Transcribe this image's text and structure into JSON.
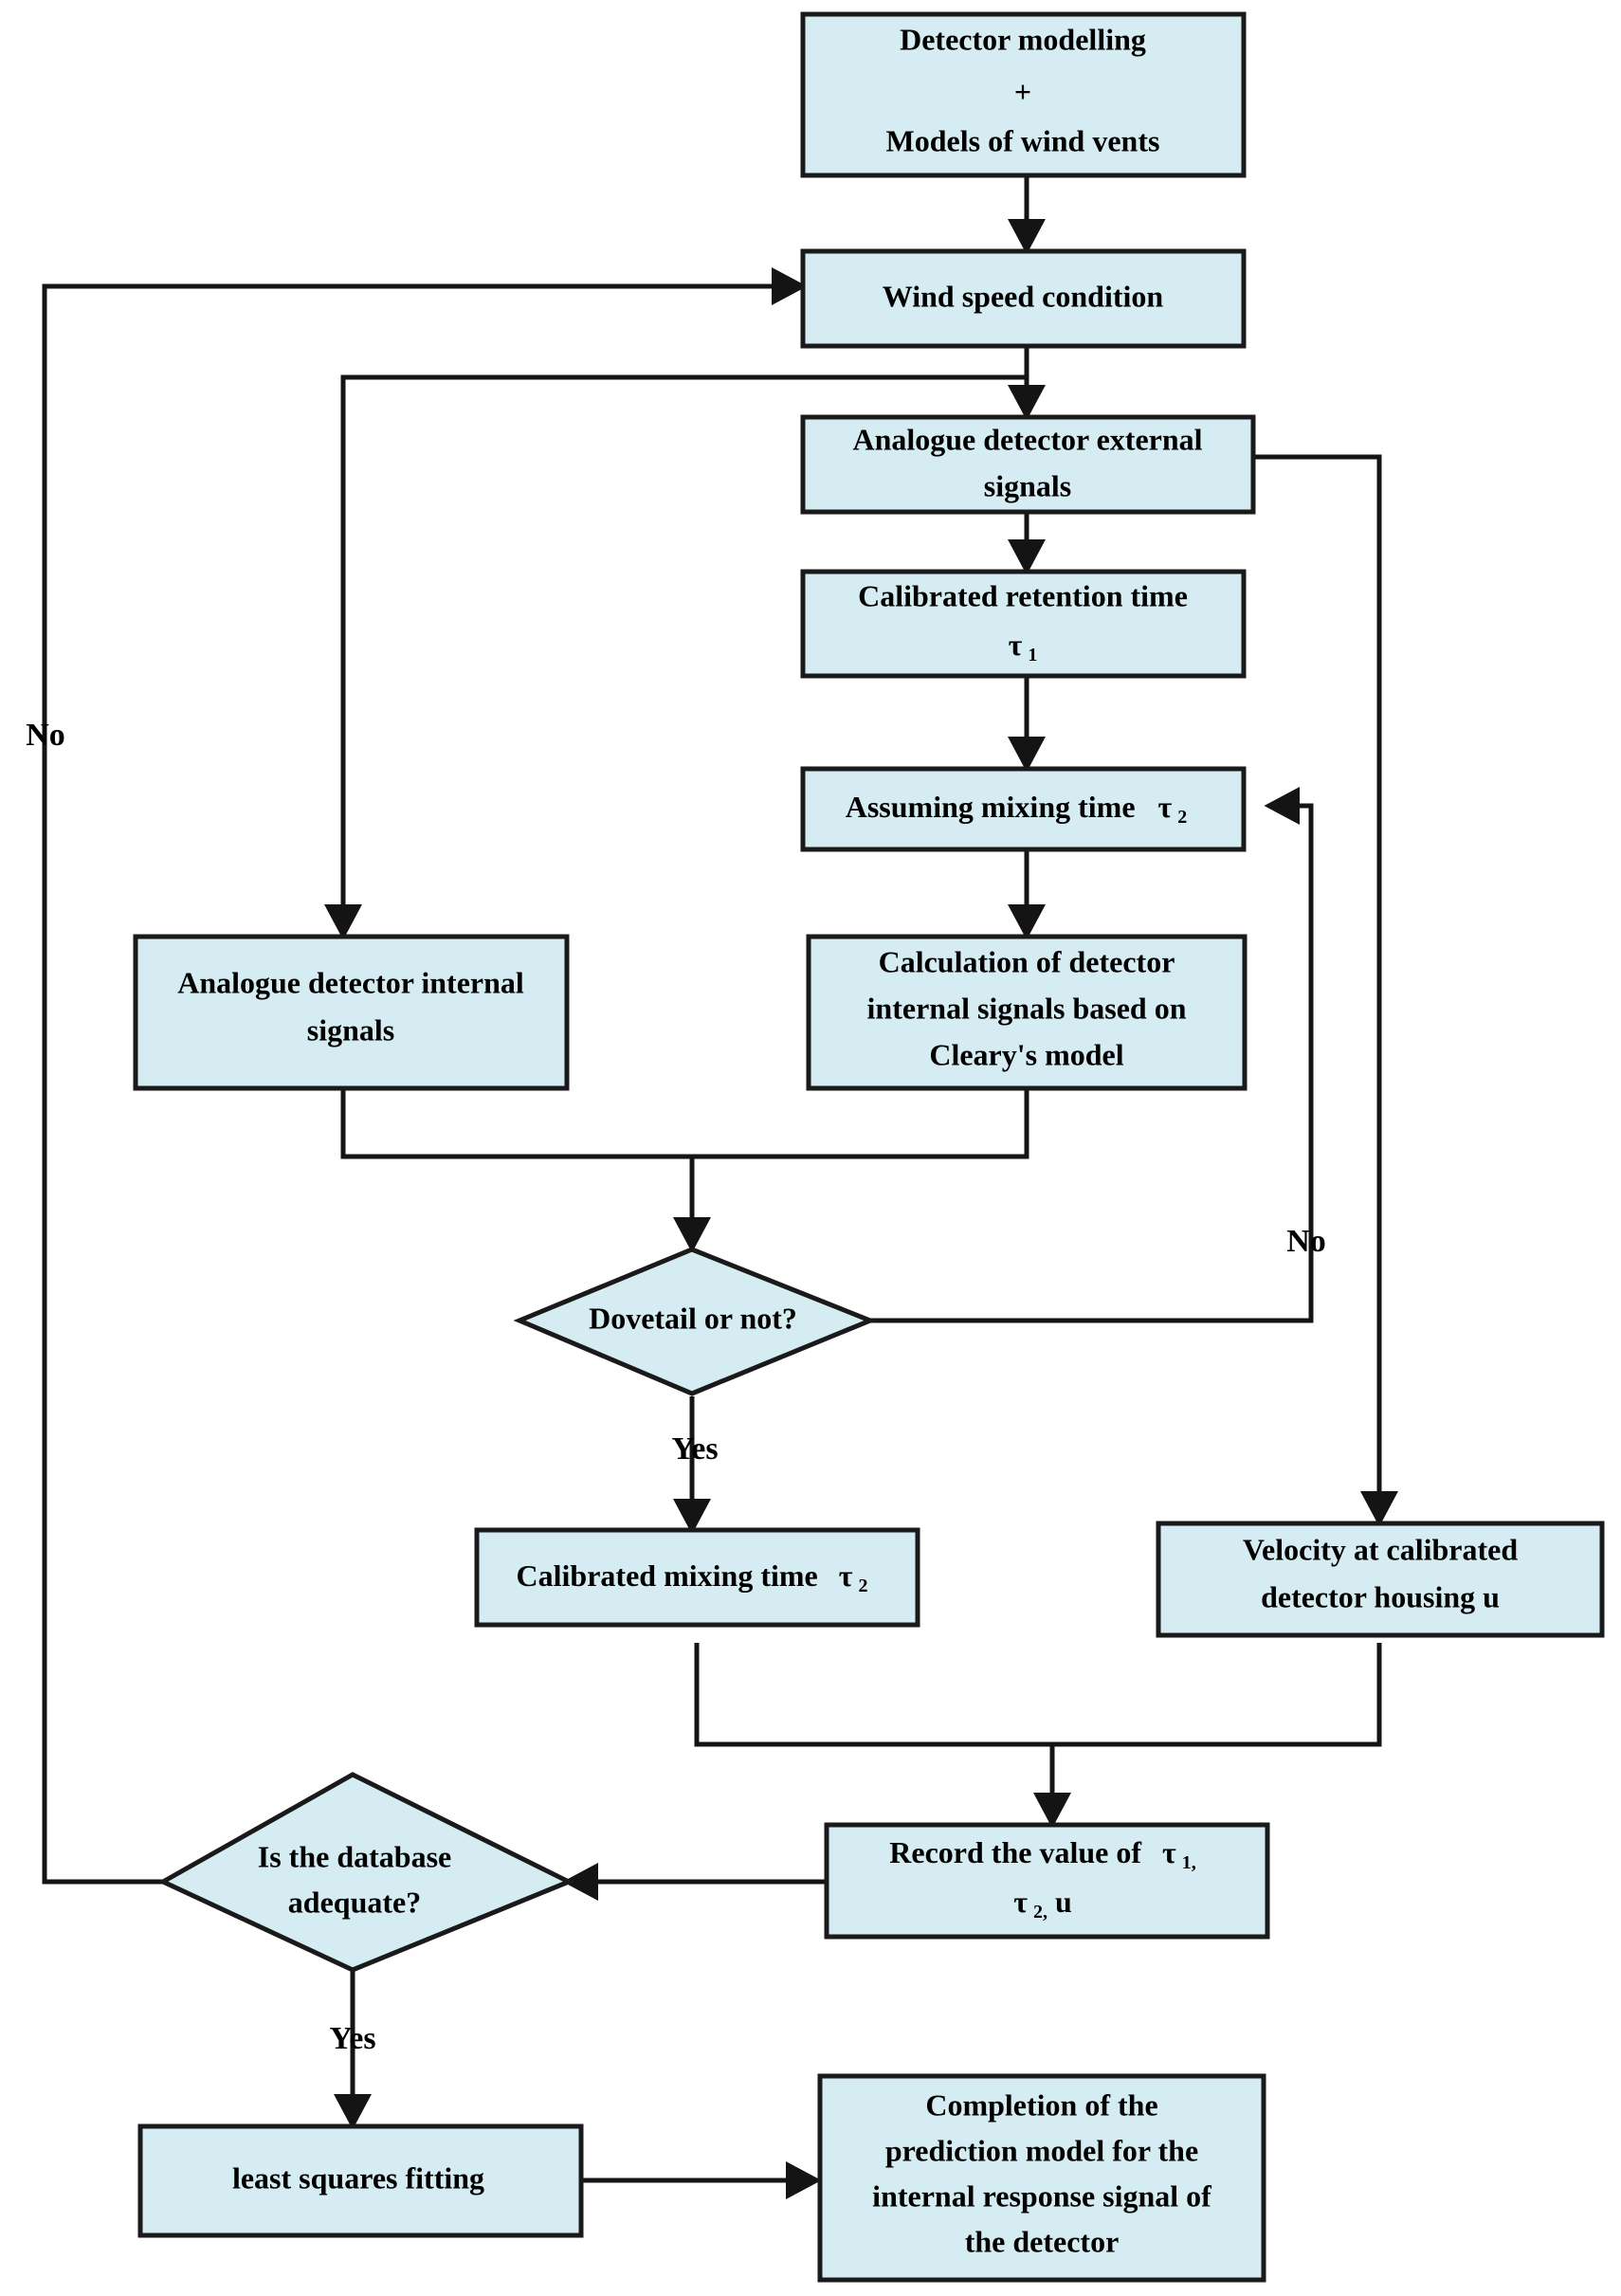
{
  "diagram": {
    "type": "flowchart",
    "title": "Detector internal response signal prediction model flowchart",
    "colors": {
      "node_fill": "#d4ecf2",
      "node_stroke": "#1a1a1a",
      "edge": "#141414",
      "background": "#ffffff"
    },
    "nodes": [
      {
        "id": "detector-modelling",
        "shape": "rect",
        "lines": [
          "Detector modelling",
          "+",
          "Models of wind vents"
        ]
      },
      {
        "id": "wind-speed-condition",
        "shape": "rect",
        "lines": [
          "Wind speed condition"
        ]
      },
      {
        "id": "analogue-external-signals",
        "shape": "rect",
        "lines": [
          "Analogue detector external",
          "signals"
        ]
      },
      {
        "id": "calibrated-retention-time",
        "shape": "rect",
        "lines": [
          "Calibrated retention time",
          "τ ₁"
        ],
        "line1_main": "Calibrated retention time",
        "line2_symbol": "τ",
        "line2_sub": "1"
      },
      {
        "id": "assuming-mixing-time",
        "shape": "rect",
        "lines": [
          "Assuming mixing time  τ ₂"
        ],
        "main": "Assuming mixing time",
        "symbol": "τ",
        "sub": "2"
      },
      {
        "id": "analogue-internal-signals",
        "shape": "rect",
        "lines": [
          "Analogue detector internal",
          "signals"
        ]
      },
      {
        "id": "calculation-internal-signals",
        "shape": "rect",
        "lines": [
          "Calculation of detector",
          "internal signals based on",
          "Cleary's model"
        ]
      },
      {
        "id": "dovetail-decision",
        "shape": "diamond",
        "lines": [
          "Dovetail or not?"
        ]
      },
      {
        "id": "calibrated-mixing-time",
        "shape": "rect",
        "lines": [
          "Calibrated mixing time  τ ₂"
        ],
        "main": "Calibrated mixing time",
        "symbol": "τ",
        "sub": "2"
      },
      {
        "id": "velocity-calibrated-housing",
        "shape": "rect",
        "lines": [
          "Velocity at calibrated",
          "detector housing u"
        ]
      },
      {
        "id": "record-values",
        "shape": "rect",
        "lines": [
          "Record the value of  τ ₁,",
          "τ ₂, u"
        ],
        "line1_main": "Record the value of",
        "line1_symbol": "τ",
        "line1_sub": "1,",
        "line2_symbol": "τ",
        "line2_sub": "2,",
        "line2_tail": "u"
      },
      {
        "id": "database-adequate-decision",
        "shape": "diamond",
        "lines": [
          "Is the database",
          "adequate?"
        ]
      },
      {
        "id": "least-squares-fitting",
        "shape": "rect",
        "lines": [
          "least squares fitting"
        ]
      },
      {
        "id": "completion-prediction-model",
        "shape": "rect",
        "lines": [
          "Completion of the",
          "prediction model for the",
          "internal response signal of",
          "the detector"
        ]
      }
    ],
    "edge_labels": {
      "no_left": "No",
      "no_right": "No",
      "yes_dovetail": "Yes",
      "yes_database": "Yes"
    }
  }
}
